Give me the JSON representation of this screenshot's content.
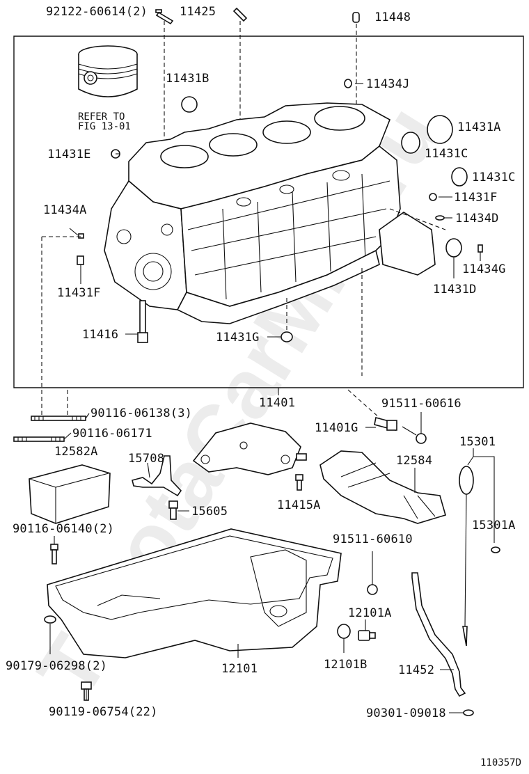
{
  "watermark": "ToyotaCarMile.ru",
  "diagram_id": "110357D",
  "refer_note": {
    "line1": "REFER TO",
    "line2": "FIG 13-01"
  },
  "labels": {
    "p92122": "92122-60614(2)",
    "p11425": "11425",
    "p11448": "11448",
    "p11431B": "11431B",
    "p11434J": "11434J",
    "p11431A": "11431A",
    "p11431E": "11431E",
    "p11431C_1": "11431C",
    "p11431C_2": "11431C",
    "p11431F_r": "11431F",
    "p11434A": "11434A",
    "p11434D": "11434D",
    "p11434G": "11434G",
    "p11431F_l": "11431F",
    "p11431D": "11431D",
    "p11416": "11416",
    "p11431G": "11431G",
    "p11401": "11401",
    "p90116_06138": "90116-06138(3)",
    "p91511_60616": "91511-60616",
    "p90116_06171": "90116-06171",
    "p11401G": "11401G",
    "p12582A": "12582A",
    "p15708": "15708",
    "p15301": "15301",
    "p12584": "12584",
    "p15605": "15605",
    "p11415A": "11415A",
    "p15301A": "15301A",
    "p90116_06140": "90116-06140(2)",
    "p91511_60610": "91511-60610",
    "p12101A": "12101A",
    "p90179": "90179-06298(2)",
    "p12101": "12101",
    "p12101B": "12101B",
    "p11452": "11452",
    "p90119": "90119-06754(22)",
    "p90301": "90301-09018"
  }
}
